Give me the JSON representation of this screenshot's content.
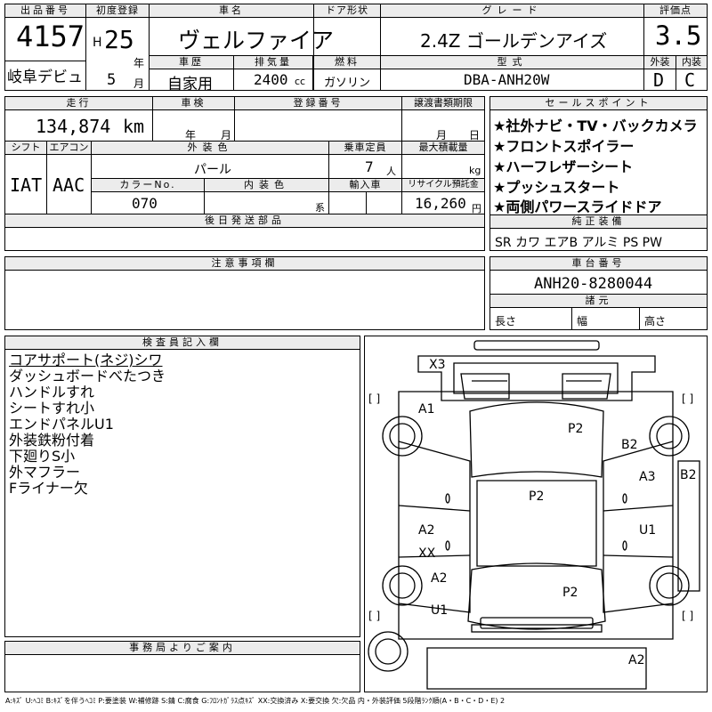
{
  "header": {
    "lot_label": "出品番号",
    "lot_no": "4157",
    "region": "岐阜デビュ",
    "first_reg_label": "初度登録",
    "era": "H",
    "year": "25",
    "year_unit": "年",
    "month": "5",
    "month_unit": "月",
    "name_label": "車名",
    "car_name": "ヴェルファイア",
    "door_label": "ドア形状",
    "door_value": "",
    "grade_label": "グレード",
    "grade": "2.4Z ゴールデンアイズ",
    "score_label": "評価点",
    "score": "3.5",
    "history_label": "車歴",
    "history": "自家用",
    "displacement_label": "排気量",
    "displacement": "2400",
    "displacement_unit": "cc",
    "fuel_label": "燃料",
    "fuel": "ガソリン",
    "model_label": "型式",
    "model": "DBA-ANH20W",
    "exterior_label": "外装",
    "exterior_grade": "D",
    "interior_label": "内装",
    "interior_grade": "C"
  },
  "mileage": {
    "label": "走行",
    "value": "134,874",
    "unit": "km"
  },
  "inspection": {
    "label": "車検",
    "year_unit": "年",
    "month_unit": "月"
  },
  "registration": {
    "label": "登録番号"
  },
  "transfer": {
    "label": "譲渡書類期限",
    "month_unit": "月",
    "day_unit": "日"
  },
  "shift": {
    "label": "シフト",
    "value": "IAT"
  },
  "aircon": {
    "label": "エアコン",
    "value": "AAC"
  },
  "color": {
    "label": "外装色",
    "value": "パール"
  },
  "capacity": {
    "label": "乗車定員",
    "value": "7",
    "unit": "人"
  },
  "loadcap": {
    "label": "最大積載量",
    "unit": "kg"
  },
  "colorno": {
    "label": "カラーNo.",
    "value": "070"
  },
  "intcolor": {
    "label": "内装色",
    "unit": "系"
  },
  "import": {
    "label": "輸入車"
  },
  "recycle": {
    "label": "リサイクル預託金",
    "value": "16,260",
    "unit": "円"
  },
  "later_parts": {
    "label": "後日発送部品"
  },
  "sales": {
    "label": "セールスポイント",
    "items": [
      "★社外ナビ・TV・バックカメラ",
      "★フロントスポイラー",
      "★ハーフレザーシート",
      "★プッシュスタート",
      "★両側パワースライドドア"
    ]
  },
  "equipment": {
    "label": "純正装備",
    "value": "SR カワ エアB アルミ PS PW"
  },
  "caution": {
    "label": "注意事項欄"
  },
  "chassis": {
    "label": "車台番号",
    "value": "ANH20-8280044"
  },
  "specs": {
    "label": "諸元",
    "length": "長さ",
    "width": "幅",
    "height": "高さ"
  },
  "inspector": {
    "label": "検査員記入欄",
    "notes": [
      "コアサポート(ネジ)シワ",
      "ダッシュボードべたつき",
      "ハンドルすれ",
      "シートすれ小",
      "エンドパネルU1",
      "外装鉄粉付着",
      "下廻りS小",
      "外マフラー",
      "Fライナー欠"
    ]
  },
  "office": {
    "label": "事務局よりご案内"
  },
  "diagram": {
    "marks": [
      "X3",
      "A1",
      "P2",
      "B2",
      "A3",
      "B2",
      "P2",
      "A2",
      "XX",
      "U1",
      "A2",
      "P2",
      "U1",
      "A2"
    ],
    "bracket": "[ ]"
  },
  "legend": "A:ｷｽﾞ U:ﾍｺﾐ B:ｷｽﾞを伴うﾍｺﾐ P:要塗装 W:補修跡 S:錆 C:腐食 G:ﾌﾛﾝﾄｶﾞﾗｽ点ｷｽﾞ XX:交換済み X:要交換 欠:欠品 内・外装評価 5段階ﾗﾝｸ順(A・B・C・D・E) 2"
}
